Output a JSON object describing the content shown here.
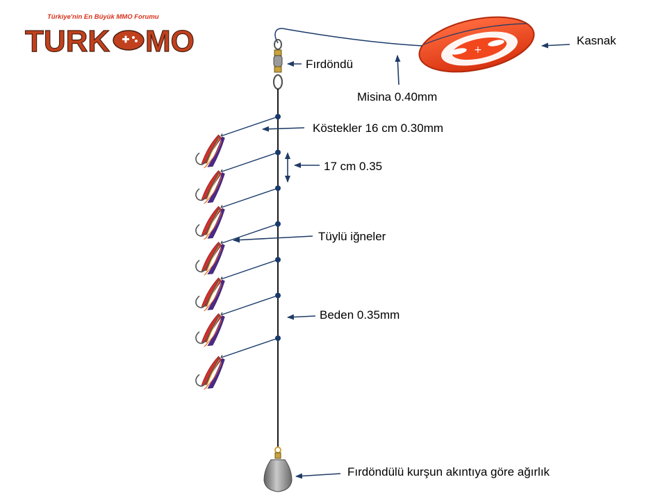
{
  "logo": {
    "tagline": "Türkiye'nin En Büyük MMO Forumu",
    "wordmark_left": "TURK",
    "wordmark_right": "MO"
  },
  "labels": {
    "reel": "Kasnak",
    "swivel": "Fırdöndü",
    "main_line": "Misina 0.40mm",
    "snoods": "Köstekler 16 cm 0.30mm",
    "spacing": "17 cm 0.35",
    "hooks": "Tüylü iğneler",
    "body": "Beden 0.35mm",
    "sinker": "Fırdöndülü kurşun akıntıya göre ağırlık"
  },
  "colors": {
    "arrow": "#1f3b66",
    "line": "#000000",
    "reel": "#f2461d",
    "reel_dark": "#c7300f",
    "feather_red": "#d0312d",
    "feather_purple": "#4b2a8a",
    "sinker": "#8a8a8a"
  },
  "lure_count": 7
}
